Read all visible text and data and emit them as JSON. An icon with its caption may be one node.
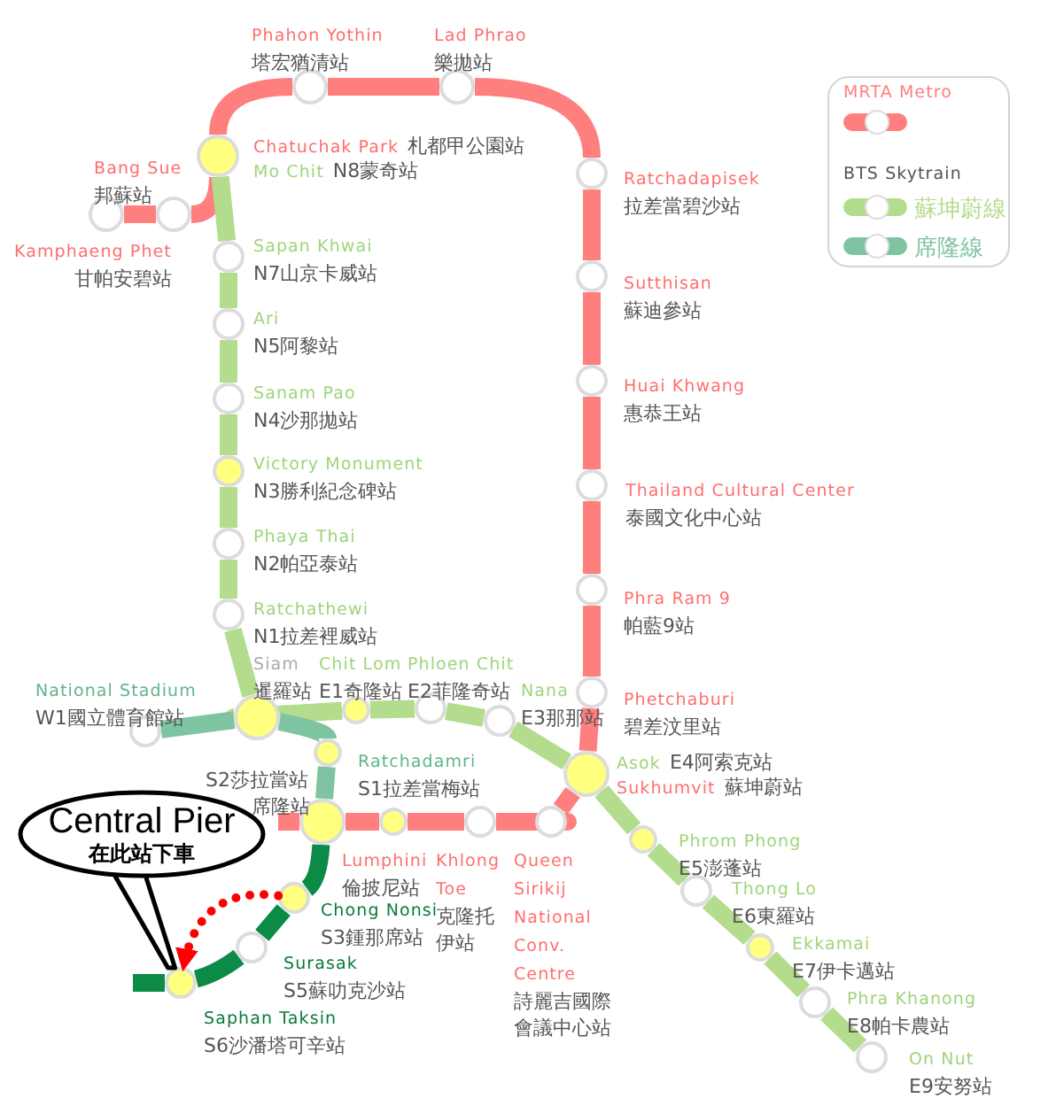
{
  "diagram": {
    "nodes": [
      {
        "text": [],
        "shape": "circle",
        "beside": [
          "Phahon Yothin",
          "塔宏猶清站"
        ]
      },
      {
        "text": [],
        "shape": "circle",
        "beside": [
          "Lad Phrao",
          "樂拋站"
        ]
      },
      {
        "text": [],
        "shape": "circle",
        "beside": [
          "Chatuchak Park",
          "札都甲公園站",
          "Mo Chit",
          "N8蒙奇站"
        ]
      },
      {
        "text": [],
        "shape": "circle",
        "beside": [
          "Ratchadapisek",
          "拉差當碧沙站"
        ]
      },
      {
        "text": [],
        "shape": "circle",
        "beside": [
          "Bang Sue",
          "邦蘇站"
        ]
      },
      {
        "text": [],
        "shape": "circle",
        "beside": [
          "Kamphaeng Phet",
          "甘帕安碧站"
        ]
      },
      {
        "text": [],
        "shape": "circle",
        "beside": [
          "Sapan Khwai",
          "N7山京卡威站"
        ]
      },
      {
        "text": [],
        "shape": "circle",
        "beside": [
          "Sutthisan",
          "蘇迪參站"
        ]
      },
      {
        "text": [],
        "shape": "circle",
        "beside": [
          "Ari",
          "N5阿黎站"
        ]
      },
      {
        "text": [],
        "shape": "circle",
        "beside": [
          "Huai Khwang",
          "惠恭王站"
        ]
      },
      {
        "text": [],
        "shape": "circle",
        "beside": [
          "Sanam Pao",
          "N4沙那拋站"
        ]
      },
      {
        "text": [],
        "shape": "circle",
        "beside": [
          "Victory Monument",
          "N3勝利紀念碑站"
        ]
      },
      {
        "text": [],
        "shape": "circle",
        "beside": [
          "Thailand Cultural Center",
          "泰國文化中心站"
        ]
      },
      {
        "text": [],
        "shape": "circle",
        "beside": [
          "Phaya Thai",
          "N2帕亞泰站"
        ]
      },
      {
        "text": [],
        "shape": "circle",
        "beside": [
          "Phra Ram 9",
          "帕藍9站"
        ]
      },
      {
        "text": [],
        "shape": "circle",
        "beside": [
          "Ratchathewi",
          "N1拉差裡威站"
        ]
      },
      {
        "text": [],
        "shape": "circle",
        "beside": [
          "Phetchaburi",
          "碧差汶里站"
        ]
      },
      {
        "text": [],
        "shape": "circle",
        "beside": [
          "Chit Lom",
          "E1奇隆站"
        ]
      },
      {
        "text": [],
        "shape": "circle",
        "beside": [
          "Phloen Chit",
          "E2菲隆奇站"
        ]
      },
      {
        "text": [],
        "shape": "circle",
        "beside": [
          "Siam",
          "暹羅站"
        ]
      },
      {
        "text": [],
        "shape": "circle",
        "beside": [
          "Nana",
          "E3那那站"
        ]
      },
      {
        "text": [],
        "shape": "circle",
        "beside": [
          "National Stadium",
          "W1國立體育館站"
        ]
      },
      {
        "text": [],
        "shape": "circle",
        "beside": [
          "Ratchadamri",
          "S1拉差當梅站"
        ]
      },
      {
        "text": [],
        "shape": "circle",
        "beside": [
          "Asok",
          "E4阿索克站",
          "Sukhumvit",
          "蘇坤蔚站"
        ]
      },
      {
        "text": [],
        "shape": "circle",
        "beside": [
          "S2莎拉當站",
          "席隆站"
        ]
      },
      {
        "text": [],
        "shape": "circle",
        "beside": [
          "Lumphini",
          "倫披尼站"
        ]
      },
      {
        "text": [],
        "shape": "circle",
        "beside": [
          "Khlong Toe",
          "克隆托伊站"
        ]
      },
      {
        "text": [],
        "shape": "circle",
        "beside": [
          "Queen Sirikij National Conv. Centre",
          "詩麗吉國際會議中心站"
        ]
      },
      {
        "text": [
          "Central Pier",
          "在此站下車"
        ]
      },
      {
        "text": [],
        "shape": "circle",
        "beside": [
          "Phrom Phong",
          "E5澎蓬站"
        ]
      },
      {
        "text": [],
        "shape": "circle",
        "beside": [
          "Thong Lo",
          "E6東羅站"
        ]
      },
      {
        "text": [],
        "shape": "circle",
        "beside": [
          "Chong Nonsi",
          "S3鍾那席站"
        ]
      },
      {
        "text": [],
        "shape": "circle",
        "beside": [
          "Ekkamai",
          "E7伊卡邁站"
        ]
      },
      {
        "text": [],
        "shape": "circle",
        "beside": [
          "Surasak",
          "S5蘇叻克沙站"
        ]
      },
      {
        "text": [],
        "shape": "circle",
        "beside": [
          "Saphan Taksin",
          "S6沙潘塔可辛站"
        ]
      },
      {
        "text": [],
        "shape": "circle",
        "beside": [
          "Phra Khanong",
          "E8帕卡農站"
        ]
      },
      {
        "text": [],
        "shape": "circle",
        "beside": [
          "On Nut",
          "E9安努站"
        ]
      }
    ],
    "edges": [
      {
        "from": 4,
        "to": 5,
        "arrow": "none",
        "color": "#ff7f7f"
      },
      {
        "from": 5,
        "to": 2,
        "arrow": "none",
        "color": "#ff7f7f"
      },
      {
        "from": 2,
        "to": 0,
        "arrow": "none",
        "color": "#ff7f7f"
      },
      {
        "from": 0,
        "to": 1,
        "arrow": "none",
        "color": "#ff7f7f"
      },
      {
        "from": 1,
        "to": 3,
        "arrow": "none",
        "color": "#ff7f7f"
      },
      {
        "from": 3,
        "to": 7,
        "arrow": "none",
        "color": "#ff7f7f"
      },
      {
        "from": 7,
        "to": 9,
        "arrow": "none",
        "color": "#ff7f7f"
      },
      {
        "from": 9,
        "to": 12,
        "arrow": "none",
        "color": "#ff7f7f"
      },
      {
        "from": 12,
        "to": 14,
        "arrow": "none",
        "color": "#ff7f7f"
      },
      {
        "from": 14,
        "to": 16,
        "arrow": "none",
        "color": "#ff7f7f"
      },
      {
        "from": 16,
        "to": 23,
        "arrow": "none",
        "color": "#ff7f7f"
      },
      {
        "from": 23,
        "to": 27,
        "arrow": "none",
        "color": "#ff7f7f"
      },
      {
        "from": 27,
        "to": 26,
        "arrow": "none",
        "color": "#ff7f7f"
      },
      {
        "from": 26,
        "to": 25,
        "arrow": "none",
        "color": "#ff7f7f"
      },
      {
        "from": 25,
        "to": 24,
        "arrow": "none",
        "color": "#ff7f7f"
      },
      {
        "from": 24,
        "to": null,
        "arrow": "none",
        "color": "#ff7f7f"
      },
      {
        "from": 2,
        "to": 6,
        "arrow": "none",
        "color": "#b3dd8d"
      },
      {
        "from": 6,
        "to": 8,
        "arrow": "none",
        "color": "#b3dd8d"
      },
      {
        "from": 8,
        "to": 10,
        "arrow": "none",
        "color": "#b3dd8d"
      },
      {
        "from": 10,
        "to": 11,
        "arrow": "none",
        "color": "#b3dd8d"
      },
      {
        "from": 11,
        "to": 13,
        "arrow": "none",
        "color": "#b3dd8d"
      },
      {
        "from": 13,
        "to": 15,
        "arrow": "none",
        "color": "#b3dd8d"
      },
      {
        "from": 15,
        "to": 19,
        "arrow": "none",
        "color": "#b3dd8d"
      },
      {
        "from": 19,
        "to": 17,
        "arrow": "none",
        "color": "#b3dd8d"
      },
      {
        "from": 17,
        "to": 18,
        "arrow": "none",
        "color": "#b3dd8d"
      },
      {
        "from": 18,
        "to": 20,
        "arrow": "none",
        "color": "#b3dd8d"
      },
      {
        "from": 20,
        "to": 23,
        "arrow": "none",
        "color": "#b3dd8d"
      },
      {
        "from": 23,
        "to": 29,
        "arrow": "none",
        "color": "#b3dd8d"
      },
      {
        "from": 29,
        "to": 30,
        "arrow": "none",
        "color": "#b3dd8d"
      },
      {
        "from": 30,
        "to": 32,
        "arrow": "none",
        "color": "#b3dd8d"
      },
      {
        "from": 32,
        "to": 35,
        "arrow": "none",
        "color": "#b3dd8d"
      },
      {
        "from": 35,
        "to": 36,
        "arrow": "none",
        "color": "#b3dd8d"
      },
      {
        "from": 21,
        "to": 19,
        "arrow": "none",
        "color": "#7fc4a0"
      },
      {
        "from": 19,
        "to": 22,
        "arrow": "none",
        "color": "#7fc4a0"
      },
      {
        "from": 22,
        "to": 24,
        "arrow": "none",
        "color": "#7fc4a0"
      },
      {
        "from": 24,
        "to": 31,
        "arrow": "none",
        "color": "#0b8b45"
      },
      {
        "from": 31,
        "to": 33,
        "arrow": "none",
        "color": "#0b8b45"
      },
      {
        "from": 33,
        "to": 34,
        "arrow": "none",
        "color": "#0b8b45"
      },
      {
        "from": 34,
        "to": null,
        "arrow": "none",
        "color": "#0b8b45"
      },
      {
        "from": 31,
        "to": 34,
        "arrow": "to",
        "style": "dashed",
        "color": "#ff0000"
      },
      {
        "from": 28,
        "to": 34,
        "arrow": "none",
        "color": "#000000"
      }
    ],
    "labels": [
      "BTS Skytrain"
    ],
    "legend": [
      {
        "text": "MRTA Metro",
        "color": "#ff7f7f"
      },
      {
        "text": "蘇坤蔚線",
        "color": "#b3dd8d"
      },
      {
        "text": "席隆線",
        "color": "#7fc4a0"
      }
    ]
  }
}
